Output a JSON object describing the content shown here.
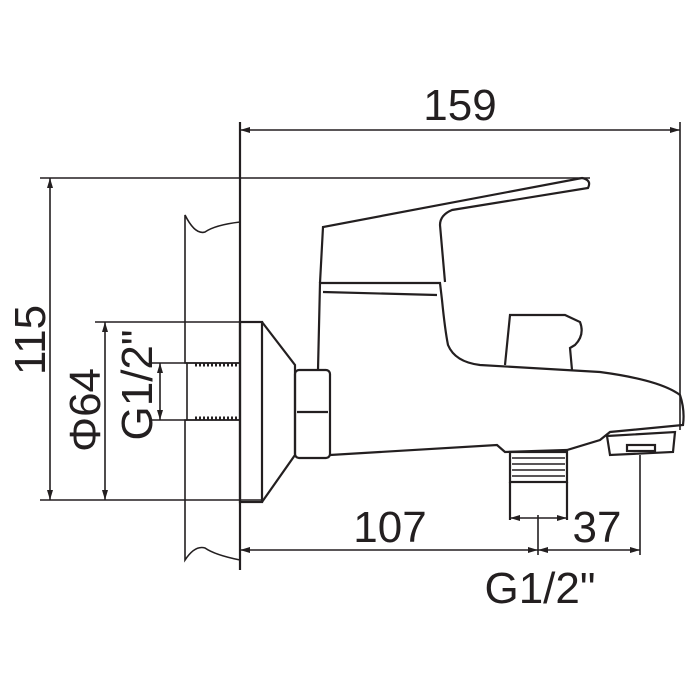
{
  "title": "Bath mixer dimension drawing",
  "dimensions": {
    "total_length": "159",
    "total_height": "115",
    "flange_diameter": "Φ64",
    "wall_thread": "G1/2\"",
    "outlet_offset": "107",
    "spout_offset": "37",
    "outlet_thread": "G1/2\""
  },
  "colors": {
    "line": "#231f20",
    "background": "#ffffff"
  }
}
